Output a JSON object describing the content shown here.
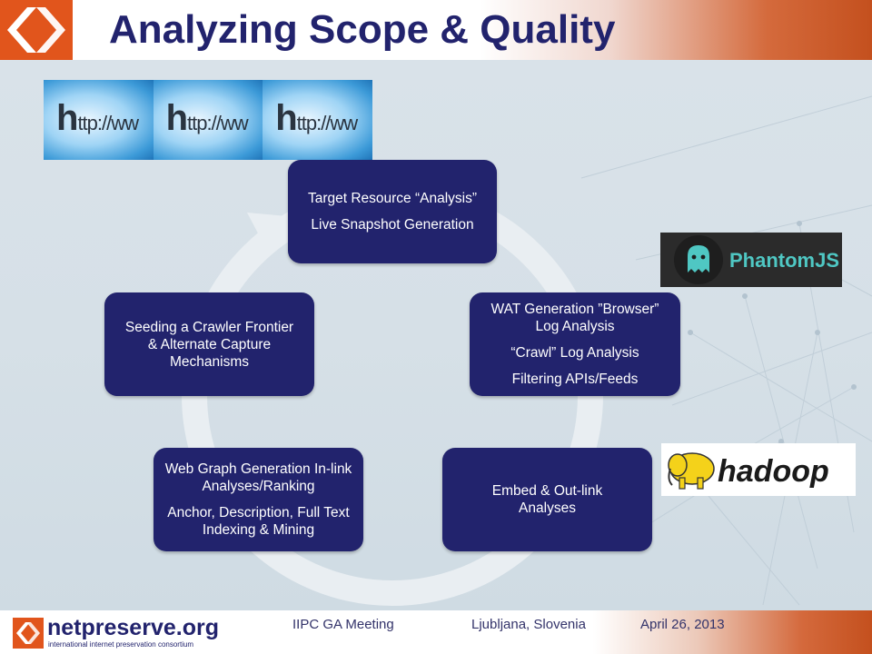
{
  "header": {
    "title": "Analyzing Scope & Quality"
  },
  "http_images": [
    {
      "label_big": "h",
      "label_rest": "ttp://ww"
    },
    {
      "label_big": "h",
      "label_rest": "ttp://ww"
    },
    {
      "label_big": "h",
      "label_rest": "ttp://ww"
    }
  ],
  "cycle": {
    "nodes": [
      {
        "id": "target",
        "lines": [
          "Target Resource “Analysis”",
          "Live Snapshot Generation"
        ]
      },
      {
        "id": "wat",
        "lines": [
          "WAT Generation ”Browser” Log Analysis",
          "“Crawl” Log Analysis",
          "Filtering APIs/Feeds"
        ]
      },
      {
        "id": "embed",
        "lines": [
          "Embed & Out-link Analyses"
        ]
      },
      {
        "id": "webgraph",
        "lines": [
          "Web Graph Generation In-link Analyses/Ranking",
          "Anchor, Description, Full Text Indexing & Mining"
        ]
      },
      {
        "id": "seeding",
        "lines": [
          "Seeding a Crawler Frontier & Alternate Capture Mechanisms"
        ]
      }
    ]
  },
  "logos": {
    "phantom": "PhantomJS",
    "hadoop": "hadoop"
  },
  "footer": {
    "brand": "netpreserve.org",
    "brand_sub": "international internet preservation consortium",
    "meeting": "IIPC GA Meeting",
    "location": "Ljubljana, Slovenia",
    "date": "April 26, 2013"
  },
  "colors": {
    "navy": "#22236d",
    "orange": "#e1551c",
    "ring": "#e9eef2"
  }
}
